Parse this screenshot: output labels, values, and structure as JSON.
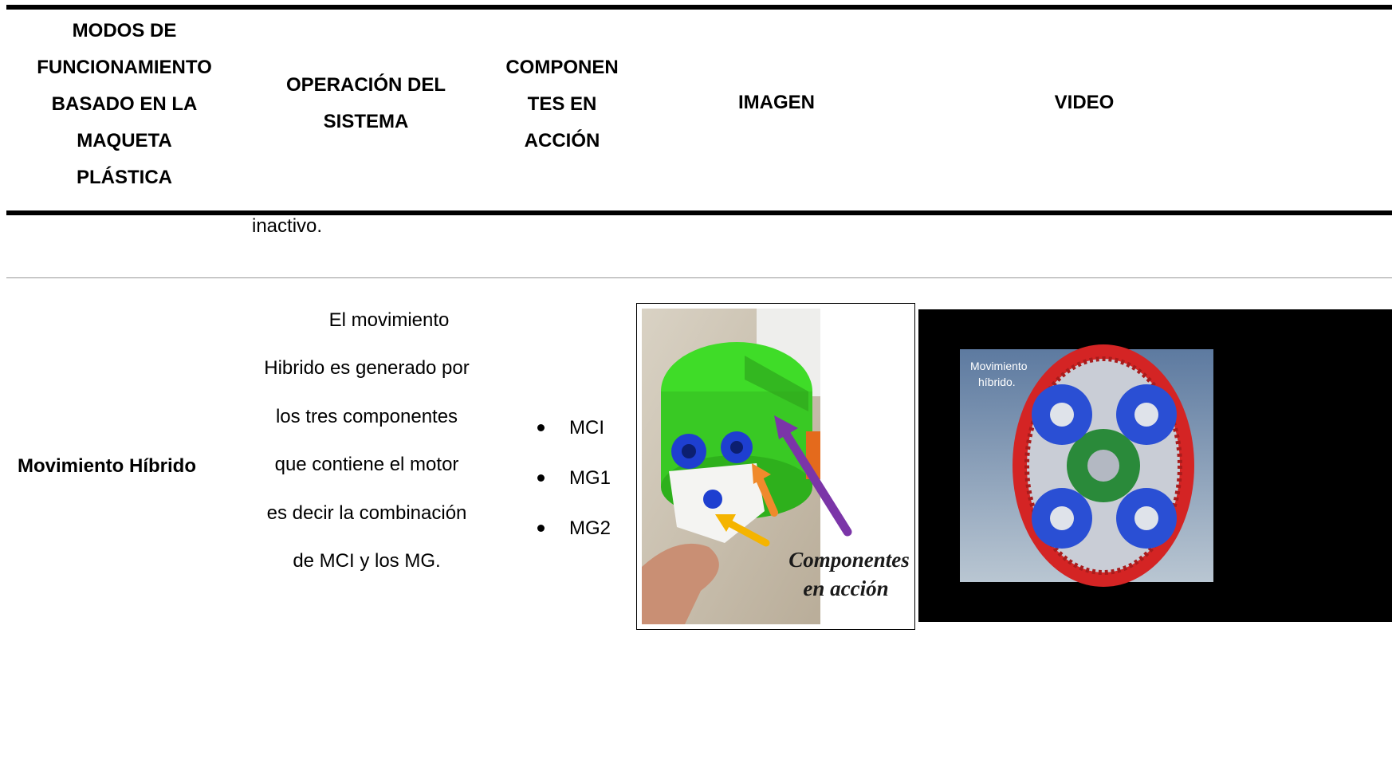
{
  "table": {
    "headers": [
      "MODOS DE\nFUNCIONAMIENTO\nBASADO EN LA\nMAQUETA\nPLÁSTICA",
      "OPERACIÓN DEL\nSISTEMA",
      "COMPONEN\nTES EN\nACCIÓN",
      "IMAGEN",
      "VIDEO"
    ],
    "carry_over_text": "inactivo.",
    "row": {
      "mode": "Movimiento Híbrido",
      "operation_lines": [
        "El movimiento",
        "Hibrido es generado por",
        "los tres componentes",
        "que contiene el motor",
        "es decir la combinación",
        "de MCI y los MG."
      ],
      "components": [
        "MCI",
        "MG1",
        "MG2"
      ],
      "image": {
        "caption_line1": "Componentes",
        "caption_line2": "en acción",
        "arrow_colors": [
          "#f5b400",
          "#f08a2c",
          "#7b35a8"
        ]
      },
      "video": {
        "label_line1": "Movimiento",
        "label_line2": "híbrido.",
        "ring_color": "#d42424",
        "planet_color": "#2a4fd4",
        "sun_color": "#2a8a3a"
      }
    }
  }
}
